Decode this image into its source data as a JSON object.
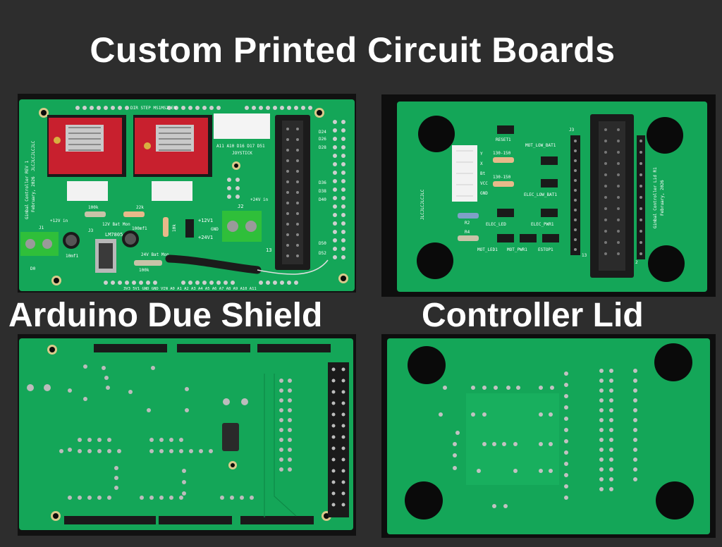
{
  "page": {
    "title": "Custom Printed Circuit Boards",
    "captions": {
      "shield": "Arduino Due Shield",
      "lid": "Controller Lid"
    }
  },
  "colors": {
    "background": "#2d2d2d",
    "pcb_green": "#13a558",
    "pcb_dark_green": "#0e8a47",
    "driver_red": "#c8202e",
    "header_black": "#1a1a1a",
    "terminal_green": "#2fbf3a",
    "text": "#ffffff"
  },
  "shield_top_silkscreen": {
    "board_name": "Gimbal Controller REV 1",
    "date": "February, 2026",
    "jlc": "JLCJLCJLCJLC",
    "joystick": "JOYSTICK",
    "lm7805": "LM7805",
    "r100k": "100k",
    "r22k": "22k",
    "bat12": "12V Bat Mon",
    "bat24": "24V Bat Mon",
    "cap100": "100mf1",
    "cap10": "10mf1",
    "r10k": "10k",
    "v12in": "+12V in",
    "v24in": "+24V in",
    "v12": "+12V1",
    "v24": "+24V1",
    "gnd": "GND",
    "j1": "J1",
    "j2": "J2",
    "j3": "J3",
    "d0": "D0",
    "r100": "100k",
    "dirstep": "DIR STEP MS1MS2 EN",
    "pins_bottom": "3V3 5V1 GND GND VIN   A0 A1 A2 A3 A4 A5 A6 A7   A8 A9 A10 A11",
    "joy_pins": "A11 A10 D16 D17 D51",
    "d24": "D24",
    "d26": "D26",
    "d28": "D28",
    "d36": "D36",
    "d38": "D38",
    "d40": "D40",
    "d50": "D50",
    "d52": "D52",
    "n13": "13"
  },
  "lid_top_silkscreen": {
    "reset": "RESET1",
    "mot_low_bat": "MOT_LOW_BAT1",
    "elec_low_bat": "ELEC_LOW_BAT1",
    "elec_led": "ELEC_LED",
    "elec_pwr": "ELEC_PWR1",
    "mot_led": "MOT_LED1",
    "mot_pwr": "MOT_PWR1",
    "estop": "ESTOP1",
    "r150a": "130-150",
    "r150b": "130-150",
    "y": "Y",
    "x": "X",
    "bt": "Bt",
    "vcc": "VCC",
    "gnd": "GND",
    "r2": "R2",
    "r4": "R4",
    "j3": "J3",
    "n2": "2",
    "n13": "13",
    "jlc": "JLCJLCJLCJLC",
    "board_name": "Gimbal Controller Lid R1",
    "date": "February, 2026"
  }
}
